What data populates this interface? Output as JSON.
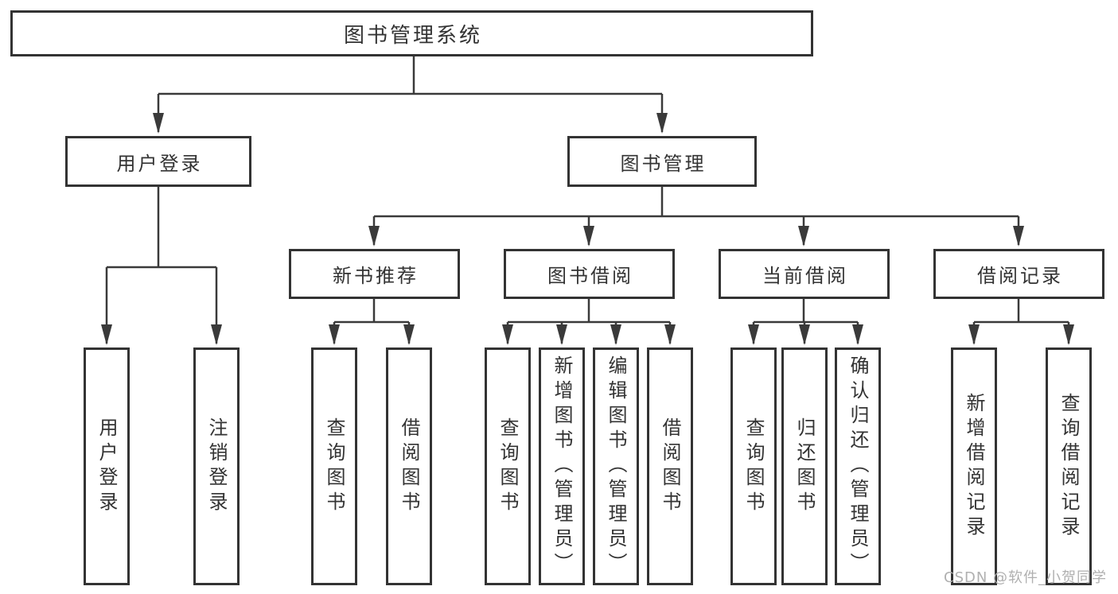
{
  "diagram_title": "图书管理系统",
  "nodes": {
    "root": "图书管理系统",
    "user_login": "用户登录",
    "book_management": "图书管理",
    "new_book_recommend": "新书推荐",
    "book_borrow": "图书借阅",
    "current_borrow": "当前借阅",
    "borrow_records": "借阅记录",
    "leaf_user_login": "用户登录",
    "leaf_logout": "注销登录",
    "leaf_nbr_query_books": "查询图书",
    "leaf_nbr_borrow_books": "借阅图书",
    "leaf_bb_query_books": "查询图书",
    "leaf_bb_add_books": "新增图书（管理员）",
    "leaf_bb_edit_books": "编辑图书（管理员）",
    "leaf_bb_borrow_books": "借阅图书",
    "leaf_cb_query_books": "查询图书",
    "leaf_cb_return_books": "归还图书",
    "leaf_cb_confirm_return": "确认归还（管理员）",
    "leaf_br_add_record": "新增借阅记录",
    "leaf_br_query_record": "查询借阅记录"
  },
  "colors": {
    "line": "#3a3a3a",
    "border": "#333333",
    "text": "#333333",
    "watermark": "#b0b0b0"
  },
  "watermark": "CSDN @软件_小贺同学"
}
